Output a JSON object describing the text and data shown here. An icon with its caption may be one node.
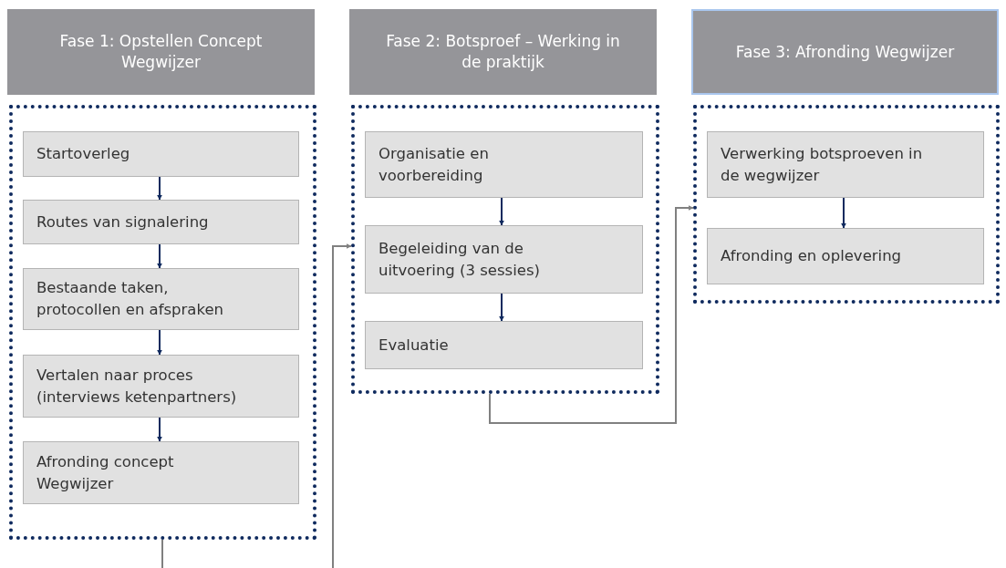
{
  "diagram": {
    "nodes": [
      {
        "text": [
          "Fase 1: Opstellen Concept Wegwijzer"
        ]
      },
      {
        "text": [
          "Fase 2: Botsproef – Werking in de praktijk"
        ]
      },
      {
        "text": [
          "Fase 3: Afronding Wegwijzer"
        ]
      },
      {
        "text": [],
        "shape": "box"
      },
      {
        "text": [
          "Startoverleg"
        ],
        "in": 3
      },
      {
        "text": [
          "Routes van signalering"
        ],
        "in": 3
      },
      {
        "text": [
          "Bestaande taken, protocollen en afspraken"
        ],
        "in": 3
      },
      {
        "text": [
          "Vertalen naar proces (interviews ketenpartners)"
        ],
        "in": 3
      },
      {
        "text": [
          "Afronding concept Wegwijzer"
        ],
        "in": 3
      },
      {
        "text": [],
        "shape": "box"
      },
      {
        "text": [
          "Organisatie en voorbereiding"
        ],
        "in": 9
      },
      {
        "text": [
          "Begeleiding van de uitvoering (3 sessies)"
        ],
        "in": 9
      },
      {
        "text": [
          "Evaluatie"
        ],
        "in": 9
      },
      {
        "text": [],
        "shape": "box"
      },
      {
        "text": [
          "Verwerking botsproeven in de wegwijzer"
        ],
        "in": 13
      },
      {
        "text": [
          "Afronding en oplevering"
        ],
        "in": 13
      }
    ],
    "edges": [
      {
        "from": 4,
        "to": 5,
        "arrow": "to"
      },
      {
        "from": 5,
        "to": 6,
        "arrow": "to"
      },
      {
        "from": 6,
        "to": 7,
        "arrow": "to"
      },
      {
        "from": 7,
        "to": 8,
        "arrow": "to"
      },
      {
        "from": 10,
        "to": 11,
        "arrow": "to"
      },
      {
        "from": 11,
        "to": 12,
        "arrow": "to"
      },
      {
        "from": 14,
        "to": 15,
        "arrow": "to"
      },
      {
        "from": 3,
        "to": null,
        "arrow": "none",
        "color": "#808080"
      },
      {
        "from": null,
        "to": 9,
        "arrow": "to",
        "color": "#808080"
      },
      {
        "from": 9,
        "to": 13,
        "arrow": "to",
        "color": "#808080"
      }
    ]
  }
}
